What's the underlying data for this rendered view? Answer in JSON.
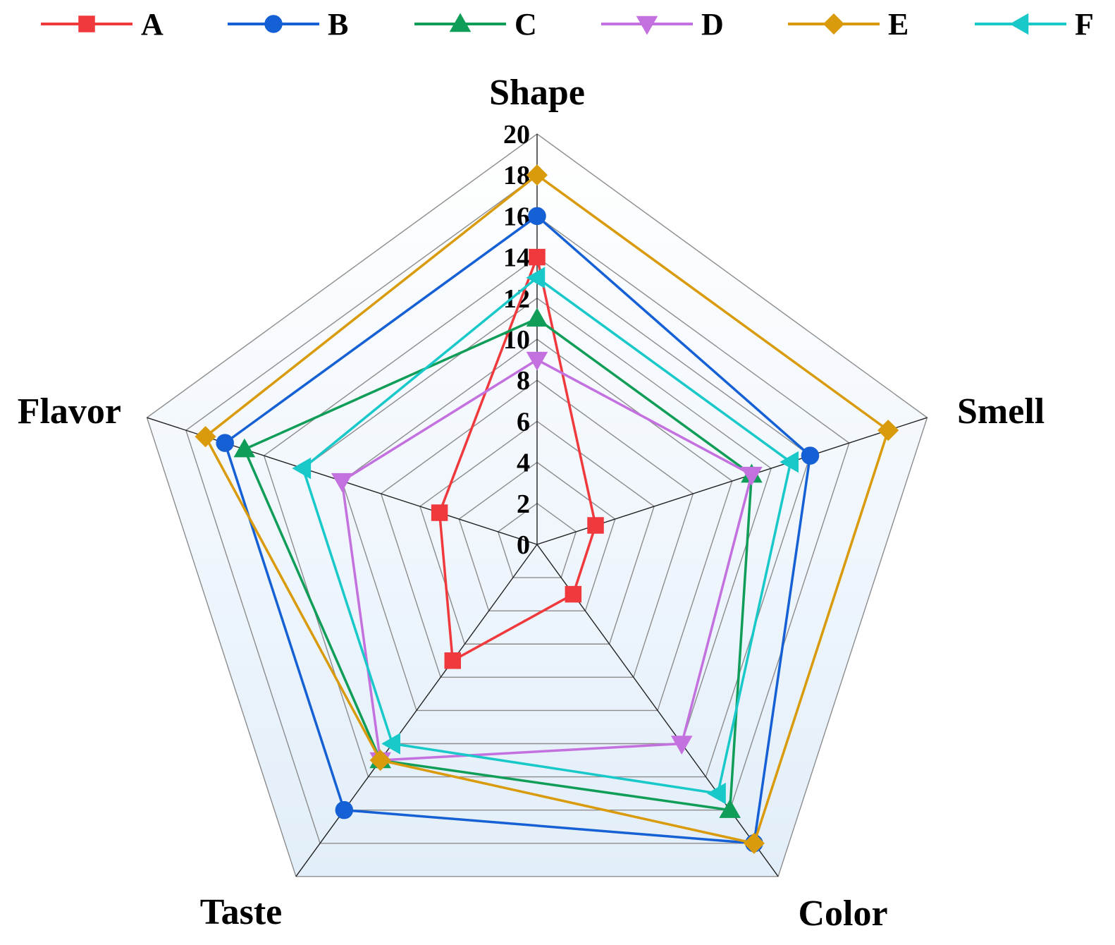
{
  "chart_data": {
    "type": "radar",
    "title": "",
    "axes": [
      "Shape",
      "Smell",
      "Color",
      "Taste",
      "Flavor"
    ],
    "rlim": [
      0,
      20
    ],
    "ticks": [
      "0",
      "2",
      "4",
      "6",
      "8",
      "10",
      "12",
      "14",
      "16",
      "18",
      "20"
    ],
    "grid": true,
    "legend_position": "top",
    "series": [
      {
        "name": "A",
        "color": "#f0393c",
        "marker": "square",
        "values": [
          14,
          3,
          3,
          7,
          5
        ]
      },
      {
        "name": "B",
        "color": "#1560d4",
        "marker": "circle",
        "values": [
          16,
          14,
          18,
          16,
          16
        ]
      },
      {
        "name": "C",
        "color": "#0f9d58",
        "marker": "triangle-up",
        "values": [
          11,
          11,
          16,
          13,
          15
        ]
      },
      {
        "name": "D",
        "color": "#c471e0",
        "marker": "triangle-down",
        "values": [
          9,
          11,
          12,
          13,
          10
        ]
      },
      {
        "name": "E",
        "color": "#d99a0b",
        "marker": "diamond",
        "values": [
          18,
          18,
          18,
          13,
          17
        ]
      },
      {
        "name": "F",
        "color": "#19c8c8",
        "marker": "triangle-left",
        "values": [
          13,
          13,
          15,
          12,
          12
        ]
      }
    ]
  }
}
